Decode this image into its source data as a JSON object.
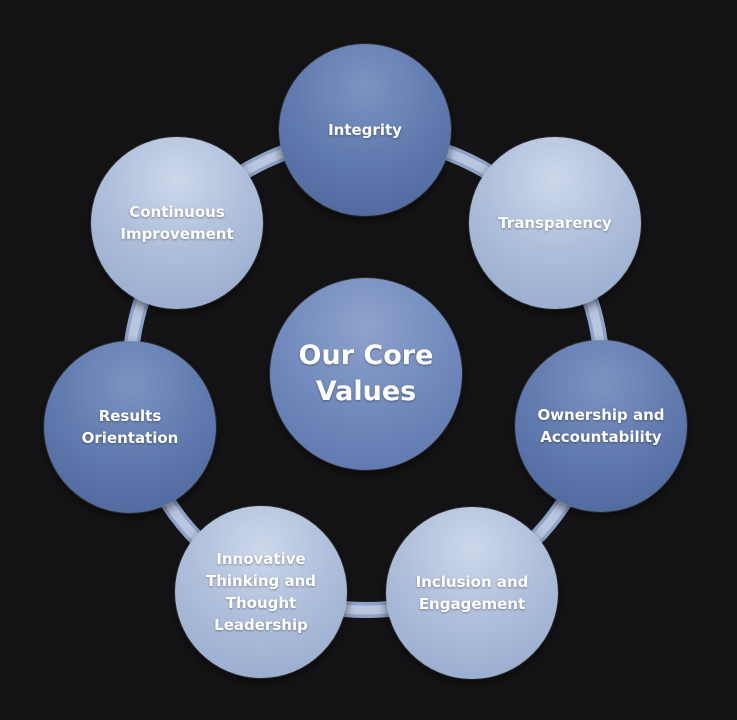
{
  "center": {
    "label": "Our Core\nValues"
  },
  "values": [
    {
      "id": "integrity",
      "label": "Integrity"
    },
    {
      "id": "transparency",
      "label": "Transparency"
    },
    {
      "id": "ownership",
      "label": "Ownership and\nAccountability"
    },
    {
      "id": "inclusion",
      "label": "Inclusion and\nEngagement"
    },
    {
      "id": "innovative",
      "label": "Innovative\nThinking and\nThought\nLeadership"
    },
    {
      "id": "results",
      "label": "Results\nOrientation"
    },
    {
      "id": "continuous",
      "label": "Continuous\nImprovement"
    }
  ],
  "colors": {
    "background": "#141416",
    "ring": "#b3c1dc",
    "light_node": "#afbfdb",
    "dark_node": "#6079ae",
    "text": "#ffffff"
  }
}
